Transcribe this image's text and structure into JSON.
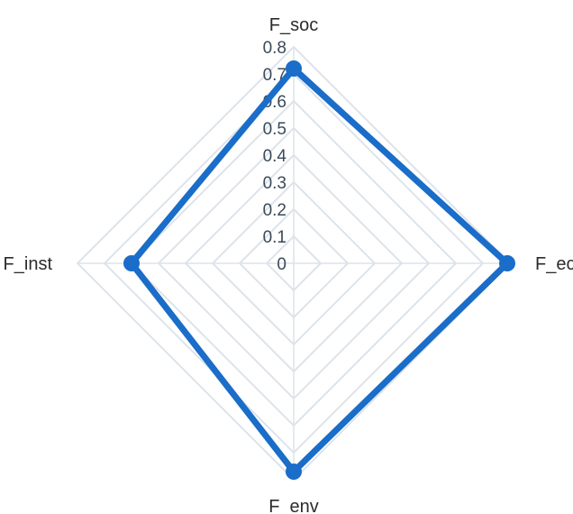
{
  "chart_data": {
    "type": "radar",
    "title": "",
    "axes": [
      "F_soc",
      "F_eco",
      "F_env",
      "F_inst"
    ],
    "ylim": [
      0,
      0.8
    ],
    "ticks": [
      "0",
      "0.1",
      "0.2",
      "0.3",
      "0.4",
      "0.5",
      "0.6",
      "0.7",
      "0.8"
    ],
    "tick_values": [
      0,
      0.1,
      0.2,
      0.3,
      0.4,
      0.5,
      0.6,
      0.7,
      0.8
    ],
    "grid": true,
    "legend": "none",
    "series": [
      {
        "values": [
          0.72,
          0.79,
          0.77,
          0.6
        ],
        "color": "#1a6dc8"
      }
    ],
    "grid_color": "#dde3ea"
  }
}
